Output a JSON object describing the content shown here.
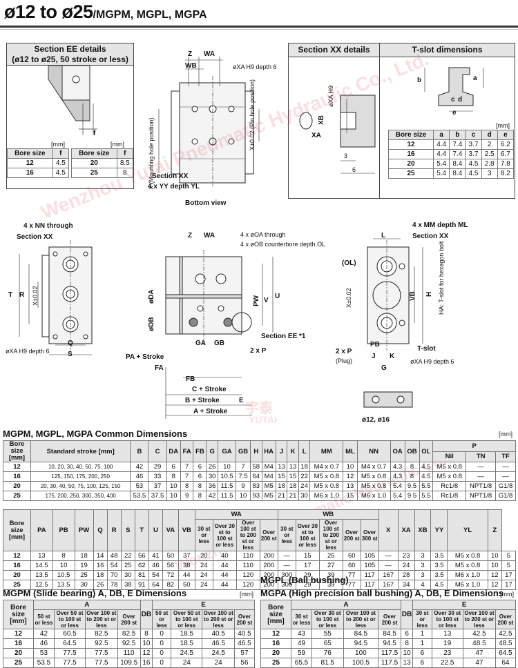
{
  "title": {
    "main": "ø12 to ø25",
    "sub": "/MGPM, MGPL, MGPA"
  },
  "section_ee": {
    "title1": "Section EE details",
    "title2": "(ø12 to ø25, 50 stroke or less)",
    "label_f": "f",
    "unit": "[mm]",
    "headers": [
      "Bore size",
      "f"
    ],
    "rows": [
      [
        "12",
        "4.5"
      ],
      [
        "16",
        "4.5"
      ]
    ],
    "rows2": [
      [
        "20",
        "8.5"
      ],
      [
        "25",
        "8"
      ]
    ]
  },
  "bottom_view": {
    "caption": "Bottom view",
    "labels": {
      "z": "Z",
      "wa": "WA",
      "wb": "WB",
      "xa": "øXA H9 depth 6",
      "x": "X (Mounting hole position)",
      "xb": "X±0.02 (Pin hole position)",
      "section": "Section XX",
      "yy": "4 x YY depth YL"
    }
  },
  "section_xx": {
    "title": "Section XX details",
    "xa": "øXA H9",
    "xb": "XB",
    "xa2": "XA",
    "d3": "3",
    "d6": "6"
  },
  "tslot": {
    "title": "T-slot dimensions",
    "unit": "[mm]",
    "headers": [
      "Bore size",
      "a",
      "b",
      "c",
      "d",
      "e"
    ],
    "rows": [
      [
        "12",
        "4.4",
        "7.4",
        "3.7",
        "2",
        "6.2"
      ],
      [
        "16",
        "4.4",
        "7.4",
        "3.7",
        "2.5",
        "6.7"
      ],
      [
        "20",
        "5.4",
        "8.4",
        "4.5",
        "2.8",
        "7.8"
      ],
      [
        "25",
        "5.4",
        "8.4",
        "4.5",
        "3",
        "8.2"
      ]
    ],
    "labels": {
      "a": "a",
      "b": "b",
      "c": "c",
      "d": "d",
      "e": "e"
    }
  },
  "left_view": {
    "nn": "4 x NN through",
    "section": "Section XX",
    "t": "T",
    "r": "R",
    "x": "X±0.02",
    "q": "Q",
    "s": "S",
    "xa": "øXA H9 depth 6"
  },
  "center_view": {
    "z": "Z",
    "wa": "WA",
    "oa": "4 x øOA through",
    "ob": "4 x øOB counterbore depth OL",
    "da": "øDA",
    "db": "øDB",
    "pw": "PW",
    "v": "V",
    "u": "U",
    "ga": "GA",
    "gb": "GB",
    "ee": "Section EE *1",
    "p": "2 x P",
    "pa": "PA + Stroke",
    "fa": "FA",
    "fb": "FB",
    "c": "C + Stroke",
    "b": "B + Stroke",
    "e": "E",
    "a": "A + Stroke"
  },
  "right_view": {
    "l": "L",
    "mm": "4 x MM depth ML",
    "section": "Section XX",
    "ol": "(OL)",
    "x": "X±0.02",
    "vb": "VB",
    "h": "H",
    "ha": "HA: T-slot for hexagon bolt",
    "p": "2 x P",
    "plug": "(Plug)",
    "pb": "PB",
    "j": "J",
    "k": "K",
    "g": "G",
    "tslot": "T-slot",
    "xa": "øXA H9 depth 6",
    "bore": "ø12, ø16"
  },
  "watermarks": [
    "Wenzhou Yutai Pneumatic Hydraulic Co., Ltd.",
    "宇泰",
    "YUTAI"
  ],
  "common": {
    "title": "MGPM, MGPL, MGPA Common Dimensions",
    "unit": "[mm]",
    "headers": [
      "Bore size [mm]",
      "Standard stroke [mm]",
      "B",
      "C",
      "DA",
      "FA",
      "FB",
      "G",
      "GA",
      "GB",
      "H",
      "HA",
      "J",
      "K",
      "L",
      "MM",
      "ML",
      "NN",
      "OA",
      "OB",
      "OL",
      "P",
      "Nil",
      "TN",
      "TF"
    ],
    "rows": [
      [
        "12",
        "10, 20, 30, 40, 50, 75, 100",
        "42",
        "29",
        "6",
        "7",
        "6",
        "26",
        "10",
        "7",
        "58",
        "M4",
        "13",
        "13",
        "18",
        "M4 x 0.7",
        "10",
        "M4 x 0.7",
        "4.3",
        "8",
        "4.5",
        "M5 x 0.8",
        "—",
        "—"
      ],
      [
        "16",
        "125, 150, 175, 200, 250",
        "46",
        "33",
        "8",
        "7",
        "6",
        "30",
        "10.5",
        "7.5",
        "64",
        "M4",
        "15",
        "15",
        "22",
        "M5 x 0.8",
        "12",
        "M5 x 0.8",
        "4.3",
        "8",
        "4.5",
        "M5 x 0.8",
        "—",
        "—"
      ],
      [
        "20",
        "20, 30, 40, 50, 75, 100, 125, 150",
        "53",
        "37",
        "10",
        "8",
        "8",
        "36",
        "11.5",
        "9",
        "83",
        "M5",
        "18",
        "18",
        "24",
        "M5 x 0.8",
        "13",
        "M5 x 0.8",
        "5.4",
        "9.5",
        "5.5",
        "Rc1/8",
        "NPT1/8",
        "G1/8"
      ],
      [
        "25",
        "175, 200, 250, 300, 350, 400",
        "53.5",
        "37.5",
        "10",
        "9",
        "8",
        "42",
        "11.5",
        "10",
        "93",
        "M5",
        "21",
        "21",
        "30",
        "M6 x 1.0",
        "15",
        "M6 x 1.0",
        "5.4",
        "9.5",
        "5.5",
        "Rc1/8",
        "NPT1/8",
        "G1/8"
      ]
    ]
  },
  "second": {
    "headers": [
      "Bore size [mm]",
      "PA",
      "PB",
      "PW",
      "Q",
      "R",
      "S",
      "T",
      "U",
      "VA",
      "VB",
      "WA",
      "WB",
      "X",
      "XA",
      "XB",
      "YY",
      "YL",
      "Z"
    ],
    "sub": [
      "30 st or less",
      "Over 30 st to 100 st or less",
      "Over 100 st to 200 st or less",
      "Over 200 st",
      "30 st or less",
      "Over 30 st to 100 st or less",
      "Over 100 st to 200 st or less",
      "Over 300 st"
    ],
    "rows": [
      [
        "12",
        "13",
        "8",
        "18",
        "14",
        "48",
        "22",
        "56",
        "41",
        "50",
        "37",
        "20",
        "40",
        "110",
        "200",
        "—",
        "15",
        "25",
        "60",
        "105",
        "—",
        "23",
        "3",
        "3.5",
        "M5 x 0.8",
        "10",
        "5"
      ],
      [
        "16",
        "14.5",
        "10",
        "19",
        "16",
        "54",
        "25",
        "62",
        "46",
        "56",
        "38",
        "24",
        "44",
        "110",
        "200",
        "—",
        "17",
        "27",
        "60",
        "105",
        "—",
        "24",
        "3",
        "3.5",
        "M5 x 0.8",
        "10",
        "5"
      ],
      [
        "20",
        "13.5",
        "10.5",
        "25",
        "18",
        "70",
        "30",
        "81",
        "54",
        "72",
        "44",
        "24",
        "44",
        "120",
        "200",
        "300",
        "29",
        "39",
        "77",
        "117",
        "167",
        "28",
        "3",
        "3.5",
        "M6 x 1.0",
        "12",
        "17"
      ],
      [
        "25",
        "12.5",
        "13.5",
        "30",
        "26",
        "78",
        "38",
        "91",
        "64",
        "82",
        "50",
        "24",
        "44",
        "120",
        "200",
        "300",
        "29",
        "39",
        "77",
        "117",
        "167",
        "34",
        "4",
        "4.5",
        "M6 x 1.0",
        "12",
        "17"
      ]
    ]
  },
  "mgpm": {
    "title": "MGPM (Slide bearing) A, DB, E Dimensions",
    "unit": "[mm]",
    "headers": [
      "Bore size [mm]",
      "A",
      "DB",
      "E"
    ],
    "sub": [
      "50 st or less",
      "Over 50 st to 100 st or less",
      "Over 100 st to 200 st or less",
      "Over 200 st",
      "50 st or less",
      "Over 50 st to 100 st or less",
      "Over 100 st to 200 st or less",
      "Over 200 st"
    ],
    "rows": [
      [
        "12",
        "42",
        "60.5",
        "82.5",
        "82.5",
        "8",
        "0",
        "18.5",
        "40.5",
        "40.5"
      ],
      [
        "16",
        "46",
        "64.5",
        "92.5",
        "92.5",
        "10",
        "0",
        "18.5",
        "46.5",
        "46.5"
      ],
      [
        "20",
        "53",
        "77.5",
        "77.5",
        "110",
        "12",
        "0",
        "24.5",
        "24.5",
        "57"
      ],
      [
        "25",
        "53.5",
        "77.5",
        "77.5",
        "109.5",
        "16",
        "0",
        "24",
        "24",
        "56"
      ]
    ]
  },
  "mgpl": {
    "title1": "MGPL (Ball bushing)",
    "title2": "MGPA (High precision ball bushing) A, DB, E Dimensions",
    "unit": "[mm]",
    "headers": [
      "Bore size [mm]",
      "A",
      "DB",
      "E"
    ],
    "sub": [
      "30 st or less",
      "Over 30 st to 100 st or less",
      "Over 100 st to 200 st or less",
      "Over 200 st",
      "30 st or less",
      "Over 30 st to 100 st or less",
      "Over 100 st to 200 st or less",
      "Over 200 st"
    ],
    "rows": [
      [
        "12",
        "43",
        "55",
        "84.5",
        "84.5",
        "6",
        "1",
        "13",
        "42.5",
        "42.5"
      ],
      [
        "16",
        "49",
        "65",
        "94.5",
        "94.5",
        "8",
        "1",
        "19",
        "48.5",
        "48.5"
      ],
      [
        "20",
        "59",
        "76",
        "100",
        "117.5",
        "10",
        "6",
        "23",
        "47",
        "64.5"
      ],
      [
        "25",
        "65.5",
        "81.5",
        "100.5",
        "117.5",
        "13",
        "6",
        "22.5",
        "47",
        "64"
      ]
    ]
  }
}
